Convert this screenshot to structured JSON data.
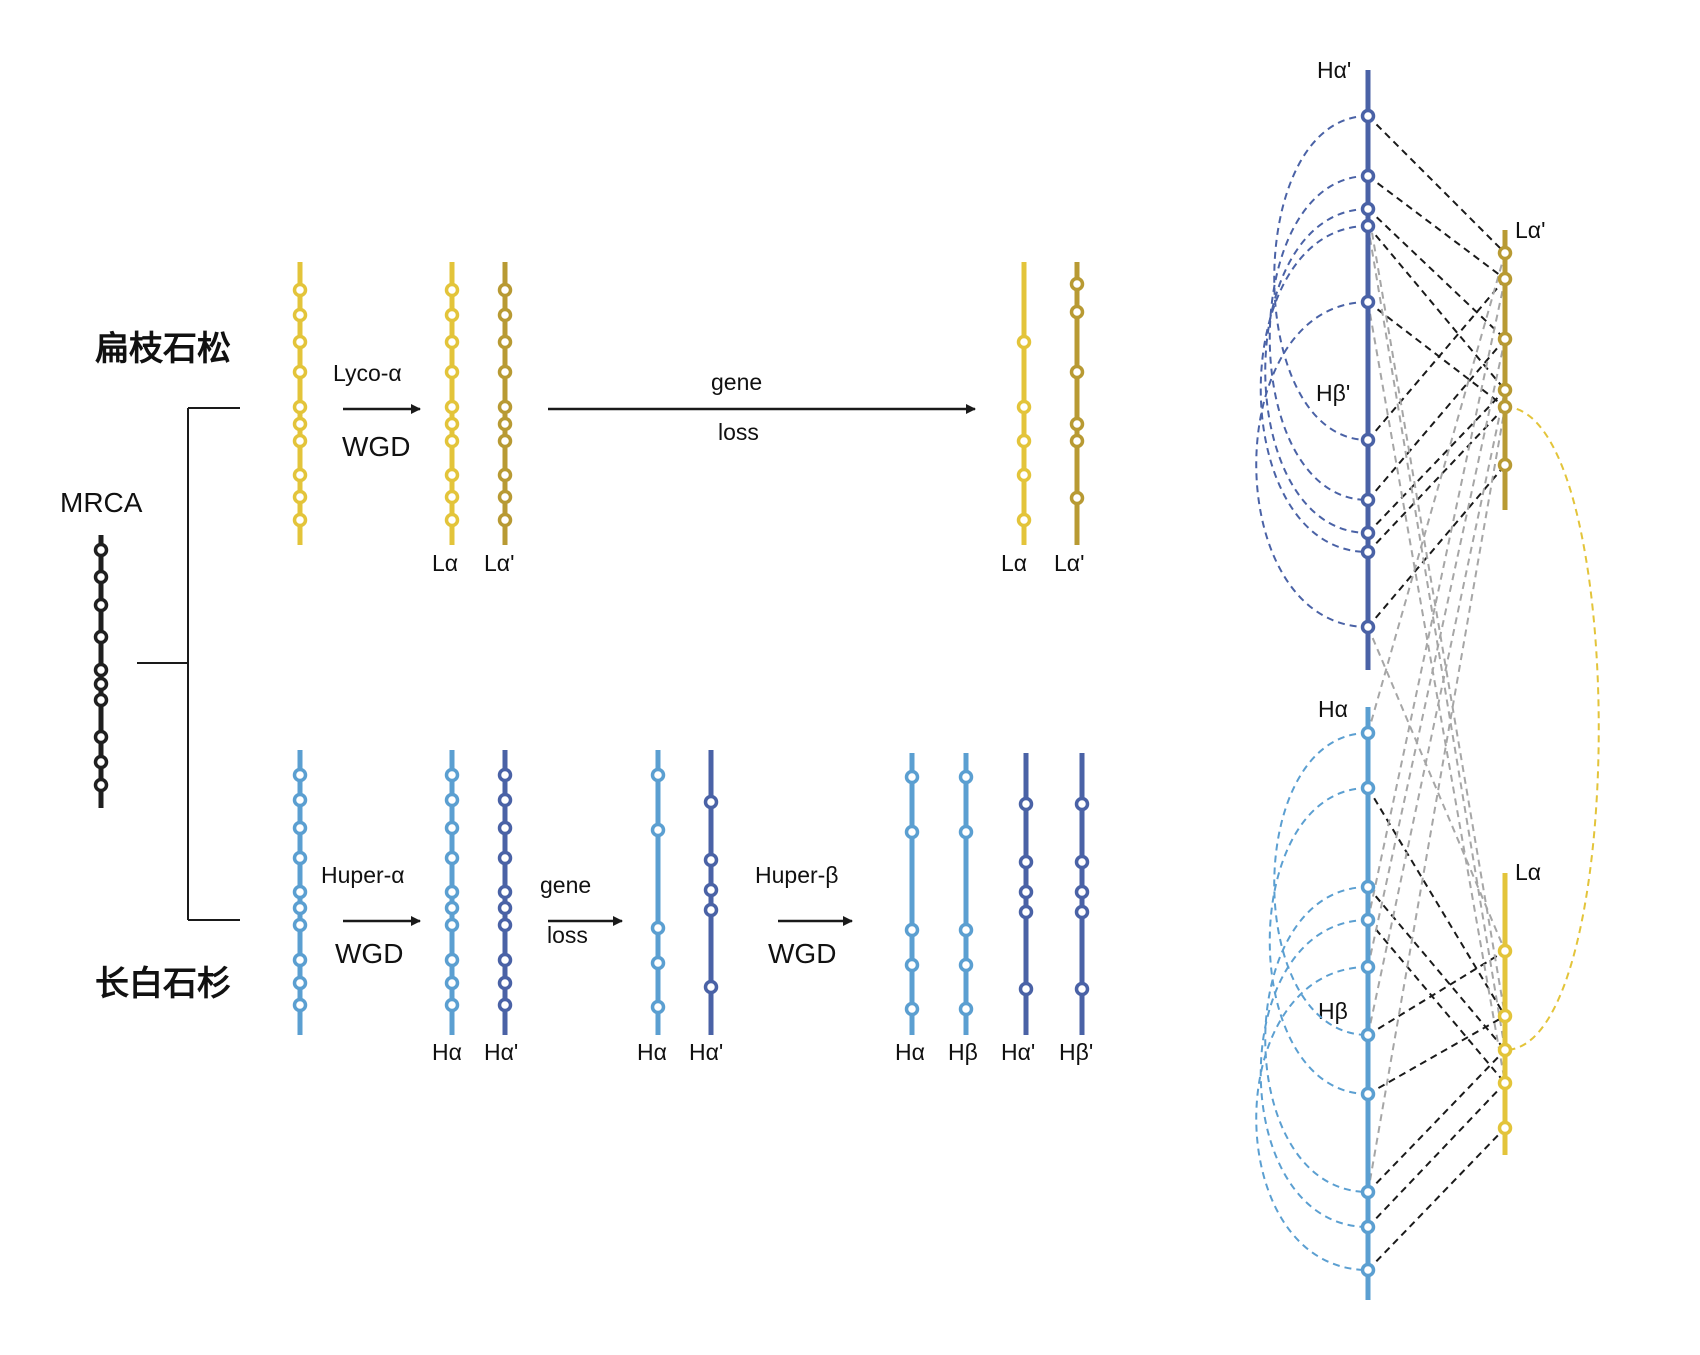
{
  "colors": {
    "mrca": "#1f1f1f",
    "lyco_light": "#e3c43a",
    "lyco_dark": "#b89a33",
    "huper_light": "#5b9fd1",
    "huper_dark": "#4a62a6",
    "link_dark": "#1a1a1a",
    "link_gray": "#a6a6a6"
  },
  "labels": {
    "species_top": "扁枝石松",
    "species_bottom": "长白石杉",
    "mrca": "MRCA",
    "lyco_event": "Lyco-α",
    "huper_event_a": "Huper-α",
    "huper_event_b": "Huper-β",
    "wgd": "WGD",
    "gene": "gene",
    "loss": "loss",
    "La": "Lα",
    "La_p": "Lα'",
    "Ha": "Hα",
    "Ha_p": "Hα'",
    "Hb": "Hβ",
    "Hb_p": "Hβ'"
  }
}
